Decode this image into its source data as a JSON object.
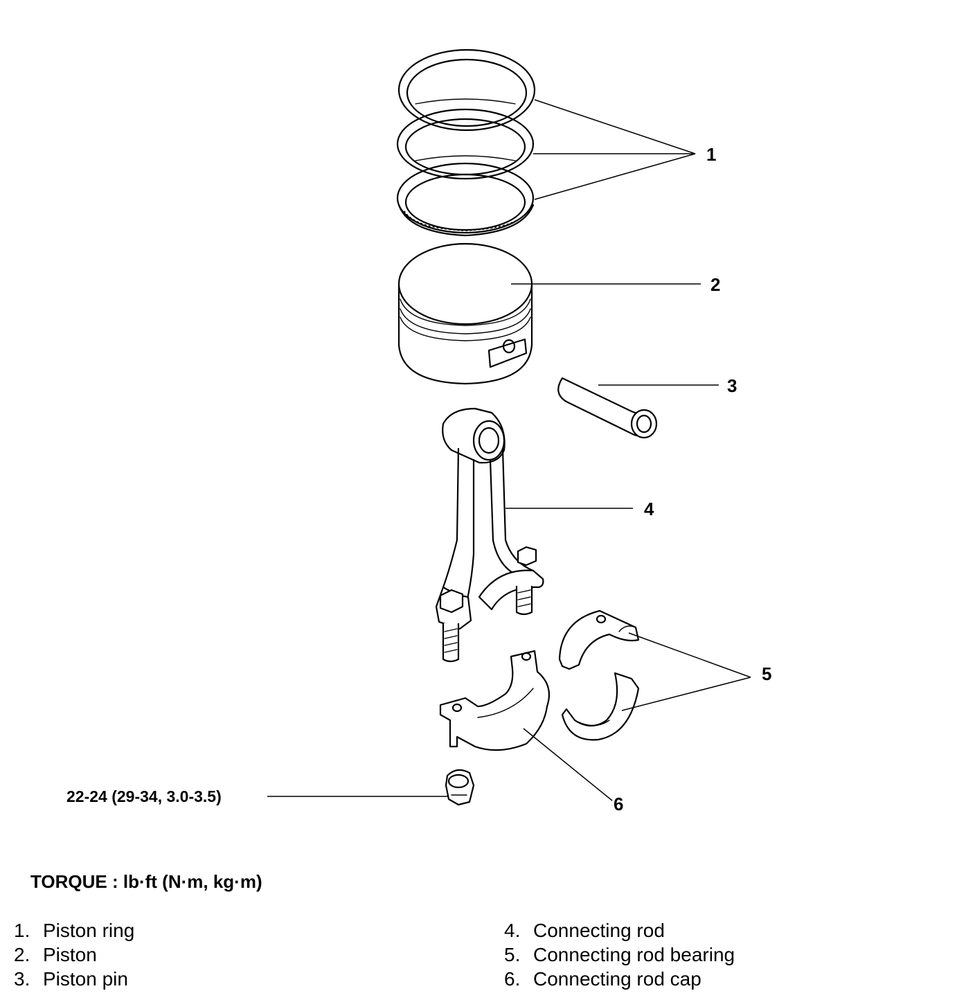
{
  "callouts": [
    "1",
    "2",
    "3",
    "4",
    "5",
    "6"
  ],
  "torque_spec": "22-24 (29-34, 3.0-3.5)",
  "torque_heading": "TORQUE : lb·ft (N·m, kg·m)",
  "legend": [
    {
      "num": "1.",
      "label": "Piston ring"
    },
    {
      "num": "2.",
      "label": "Piston"
    },
    {
      "num": "3.",
      "label": "Piston pin"
    },
    {
      "num": "4.",
      "label": "Connecting rod"
    },
    {
      "num": "5.",
      "label": "Connecting rod bearing"
    },
    {
      "num": "6.",
      "label": "Connecting rod cap"
    }
  ]
}
